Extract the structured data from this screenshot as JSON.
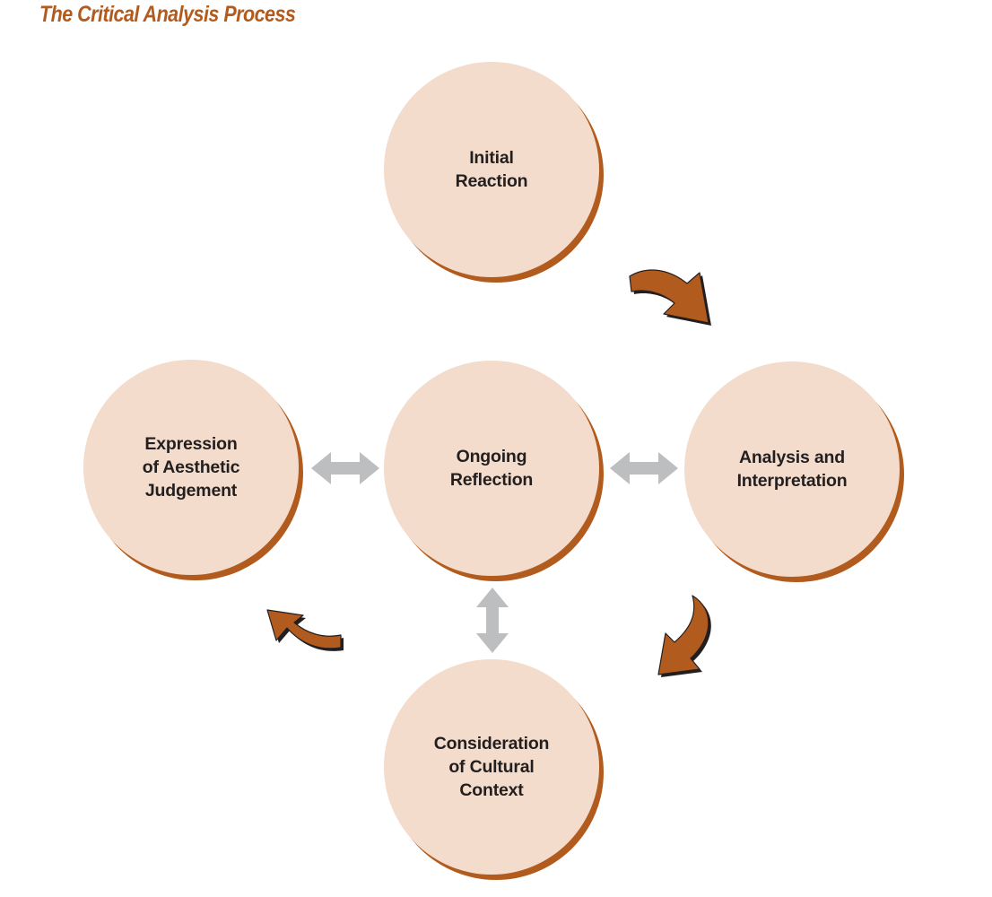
{
  "title": "The Critical Analysis Process",
  "nodes": {
    "initial_reaction": "Initial\nReaction",
    "ongoing_reflection": "Ongoing\nReflection",
    "analysis_interpretation": "Analysis and\nInterpretation",
    "expression_judgement": "Expression\nof Aesthetic\nJudgement",
    "cultural_context": "Consideration\nof Cultural\nContext"
  },
  "colors": {
    "title": "#b25b1e",
    "circle_fill": "#f3dccb",
    "circle_shadow": "#b25b1e",
    "arrow_fill": "#b25b1e",
    "arrow_shadow": "#231f20",
    "connector": "#bcbec0"
  },
  "icons": {
    "flow_arrow": "curved-arrow-icon",
    "connector": "double-headed-arrow-icon"
  }
}
